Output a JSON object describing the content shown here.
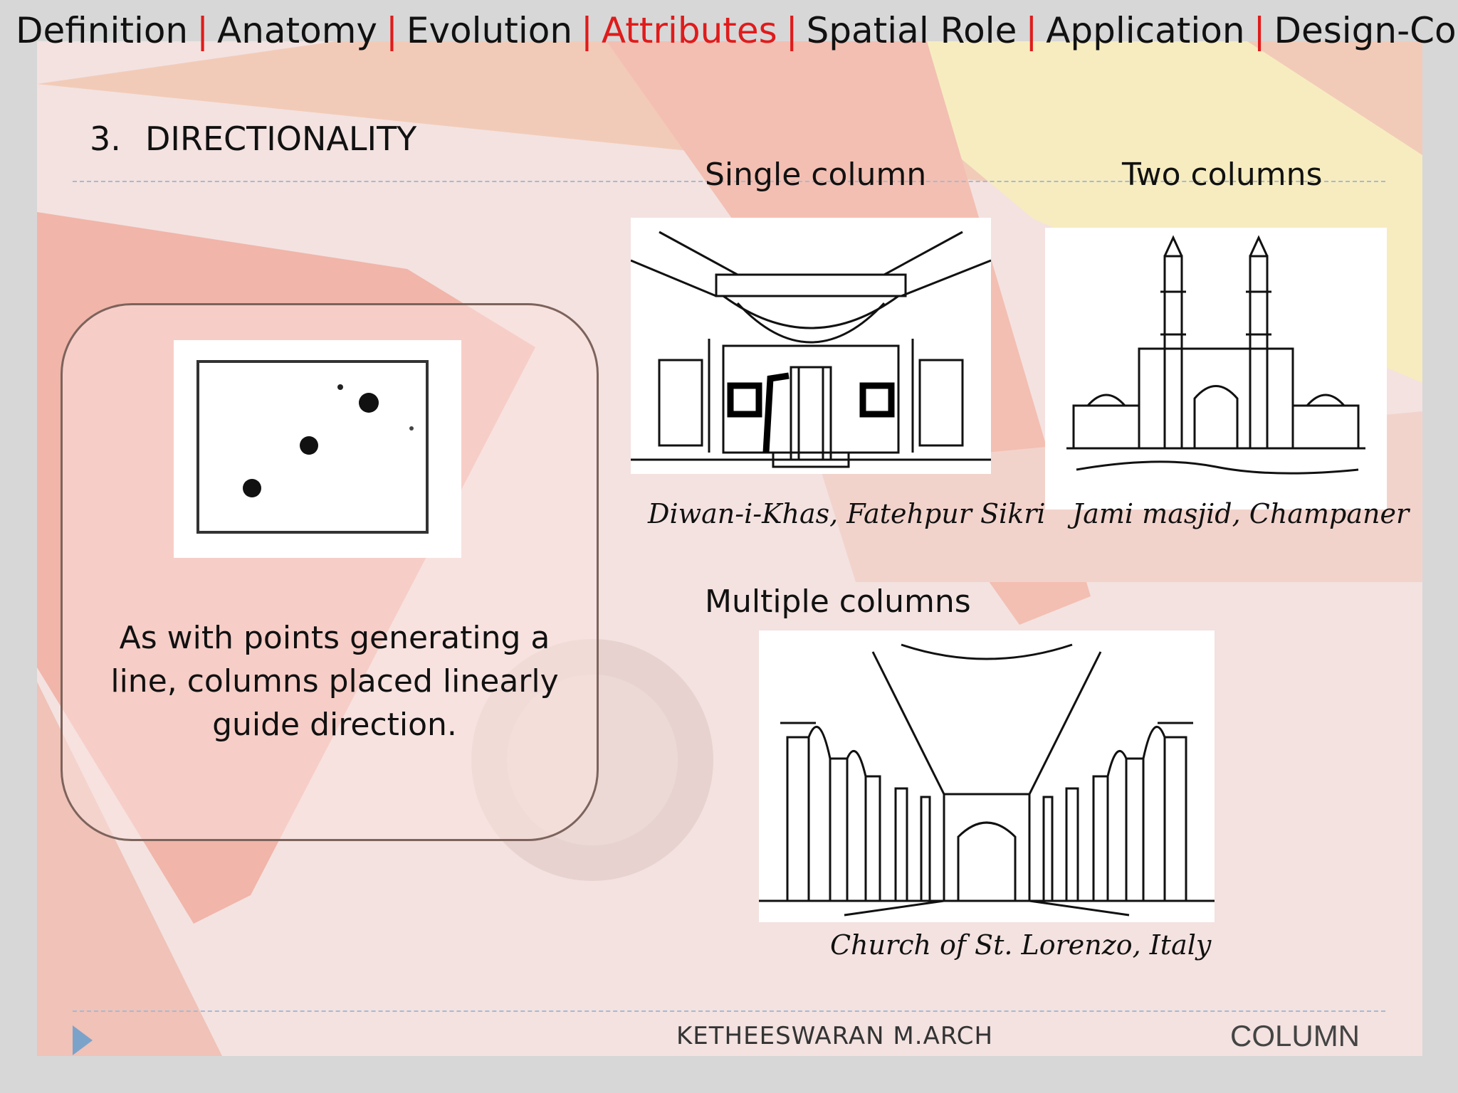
{
  "nav": {
    "items": [
      "Definition",
      "Anatomy",
      "Evolution",
      "Attributes",
      "Spatial Role",
      "Application",
      "Design-Cons."
    ],
    "separator": "|",
    "active": "Attributes"
  },
  "section": {
    "number": "3.",
    "title": "DIRECTIONALITY"
  },
  "card": {
    "text": "As with points generating a line, columns placed linearly guide direction."
  },
  "examples": {
    "single": {
      "heading": "Single column",
      "caption": "Diwan-i-Khas, Fatehpur Sikri"
    },
    "two": {
      "heading": "Two columns",
      "caption": "Jami masjid, Champaner"
    },
    "multiple": {
      "heading": "Multiple columns",
      "caption": "Church of St. Lorenzo, Italy"
    }
  },
  "footer": {
    "author": "KETHEESWARAN M.ARCH",
    "topic": "COLUMN"
  },
  "colors": {
    "accent": "#e01b1b",
    "dash": "#a7b9d0",
    "card_border": "#7c635c",
    "play": "#7ba3c9"
  },
  "icons": {
    "footer_marker": "play-triangle-icon"
  }
}
